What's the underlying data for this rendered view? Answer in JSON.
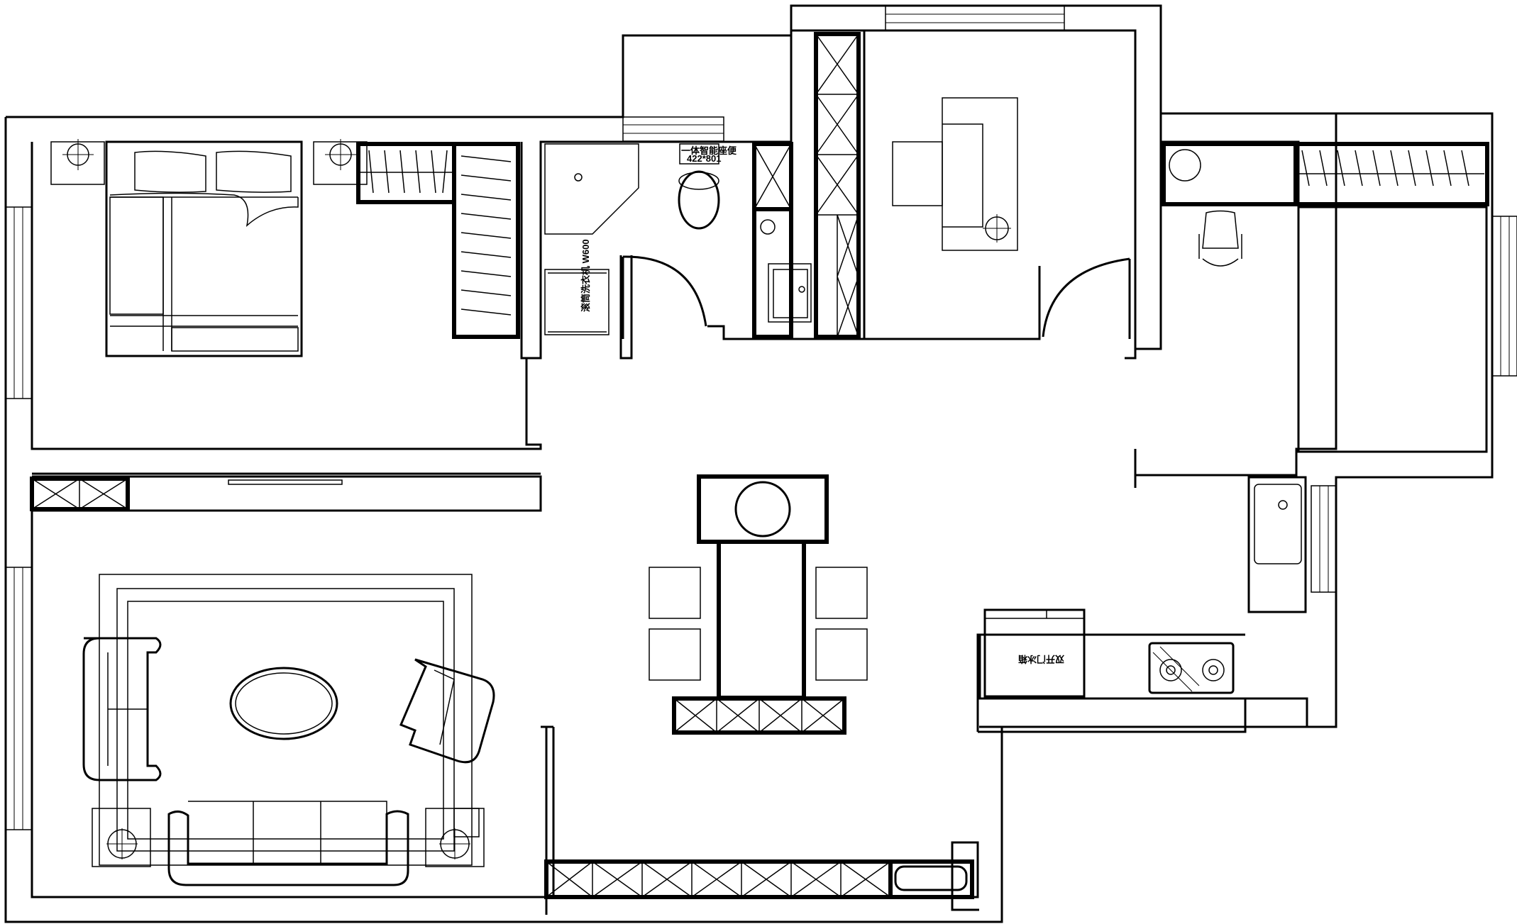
{
  "labels": {
    "toilet_line1": "一体智能座便",
    "toilet_line2": "422*801",
    "washer_text": "滚筒洗衣机  W600",
    "fridge_text": "双开门冰箱"
  }
}
